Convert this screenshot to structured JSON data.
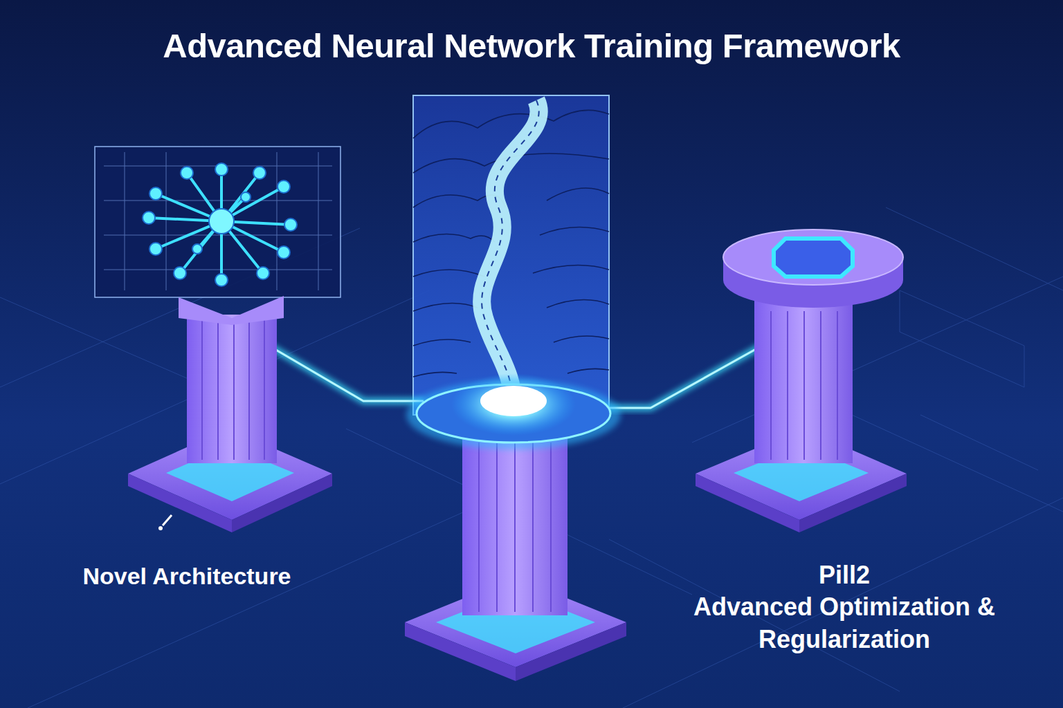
{
  "diagram": {
    "title": "Advanced Neural Network Training Framework",
    "nodes": [
      {
        "text": [
          "Novel Architecture"
        ]
      },
      {
        "text": [
          "Pill2",
          "Advanced Optimization & Regularization"
        ]
      }
    ]
  }
}
